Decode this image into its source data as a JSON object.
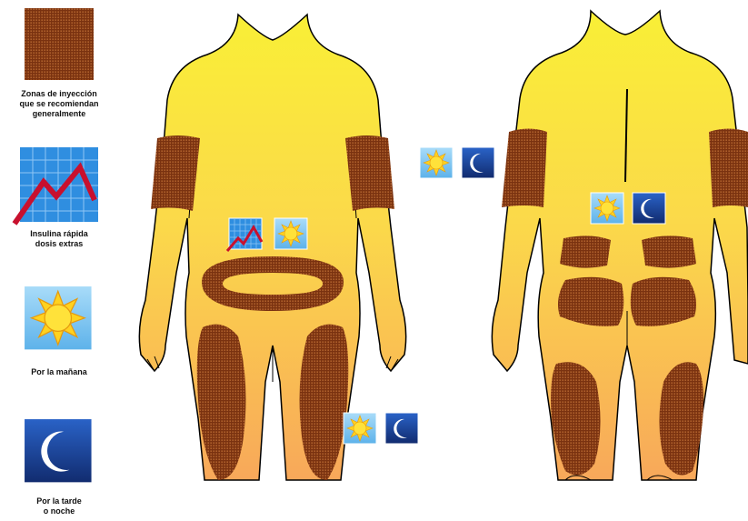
{
  "legend": {
    "items": [
      {
        "id": "zones",
        "label": "Zonas de inyección\nque se recomiendan\ngeneralmente",
        "icon": "injection-zone-swatch"
      },
      {
        "id": "rapid",
        "label": "Insulina rápida\ndosis extras",
        "icon": "chart-icon"
      },
      {
        "id": "morning",
        "label": "Por la mañana",
        "icon": "sun-icon"
      },
      {
        "id": "evening",
        "label": "Por la tarde\no noche",
        "icon": "moon-icon"
      }
    ]
  },
  "figures": {
    "front": {
      "view": "front",
      "markers": [
        "chart-icon",
        "sun-icon",
        "sun-icon",
        "moon-icon"
      ]
    },
    "back": {
      "view": "back",
      "markers": [
        "sun-icon",
        "moon-icon",
        "sun-icon",
        "moon-icon"
      ]
    }
  },
  "colors": {
    "skin_top": "#f9ef36",
    "skin_bottom": "#f8a85a",
    "zone_fill": "#7a3210",
    "zone_dots": "#c9783a",
    "chart_bg": "#2f8ee0",
    "chart_line": "#c8102e",
    "sun_bg": "#7fc6f2",
    "sun": "#ffd21f",
    "moon_bg": "#1a3f93",
    "outline": "#000000"
  }
}
